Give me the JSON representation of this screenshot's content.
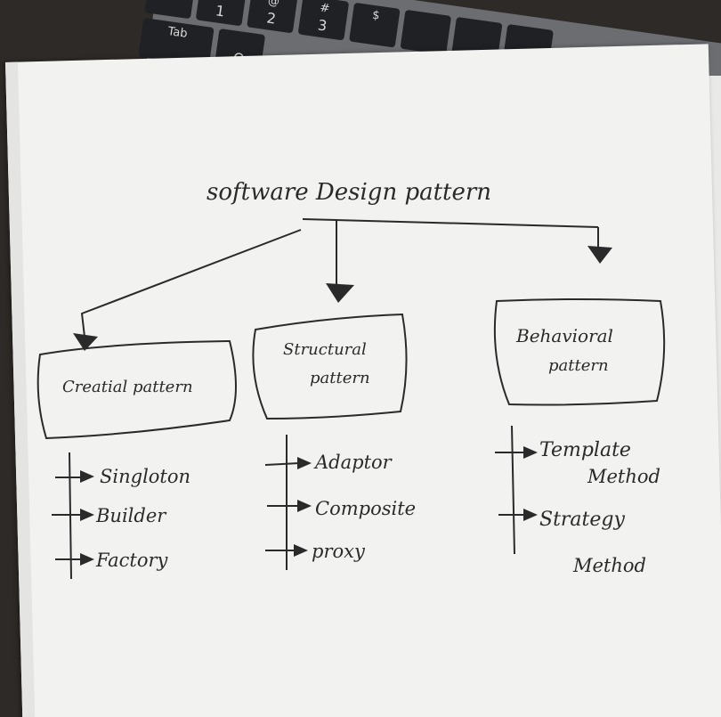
{
  "keyboard": {
    "keys": [
      {
        "top": "~",
        "main": ""
      },
      {
        "top": "!",
        "main": "1"
      },
      {
        "top": "@",
        "main": "2"
      },
      {
        "top": "#",
        "main": "3"
      },
      {
        "top": "$",
        "main": ""
      },
      {
        "top": "Tab",
        "main": ""
      },
      {
        "top": "",
        "main": "Q"
      }
    ]
  },
  "diagram": {
    "title": "software Design pattern",
    "categories": [
      {
        "label_line1": "Creatial pattern",
        "label_line2": "",
        "items": [
          "Singloton",
          "Builder",
          "Factory"
        ]
      },
      {
        "label_line1": "Structural",
        "label_line2": "pattern",
        "items": [
          "Adaptor",
          "Composite",
          "proxy"
        ]
      },
      {
        "label_line1": "Behavioral",
        "label_line2": "pattern",
        "items": [
          "Template",
          "Method",
          "Strategy",
          "Method"
        ]
      }
    ]
  },
  "colors": {
    "ink": "#2a2a2a",
    "paper": "#f2f2f0",
    "laptop": "#6b6d71"
  }
}
